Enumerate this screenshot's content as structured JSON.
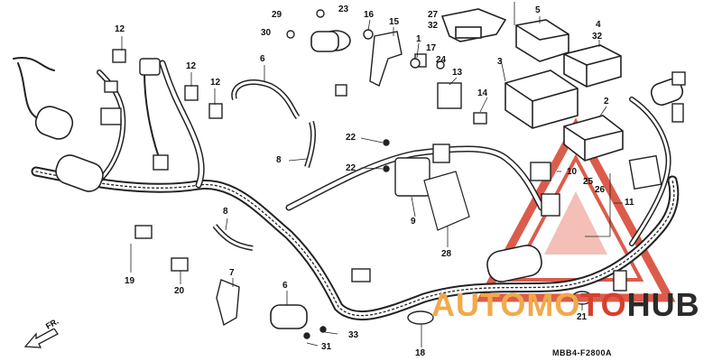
{
  "diagram_code": "MBB4-F2800A",
  "watermark": {
    "part1": "AUTOMO",
    "part2": "TO",
    "part3": "HUB",
    "accent": "#d6402c",
    "secondary": "#f2a94a",
    "dark": "#2b2b2b"
  },
  "direction": {
    "label": "FR.",
    "icon": "arrow-left-icon"
  },
  "callouts": {
    "c29": "29",
    "c23": "23",
    "c30": "30",
    "c16": "16",
    "c15": "15",
    "c27": "27",
    "c32a": "32",
    "c5": "5",
    "c4": "4",
    "c32b": "32",
    "c12a": "12",
    "c12b": "12",
    "c12c": "12",
    "c6a": "6",
    "c1": "1",
    "c17": "17",
    "c24": "24",
    "c13": "13",
    "c3": "3",
    "c14": "14",
    "c2": "2",
    "c22a": "22",
    "c22b": "22",
    "c8a": "8",
    "c9": "9",
    "c10": "10",
    "c25": "25",
    "c26": "26",
    "c11": "11",
    "c8b": "8",
    "c28": "28",
    "c19": "19",
    "c20": "20",
    "c7": "7",
    "c6b": "6",
    "c33": "33",
    "c31": "31",
    "c18": "18",
    "c21": "21"
  }
}
